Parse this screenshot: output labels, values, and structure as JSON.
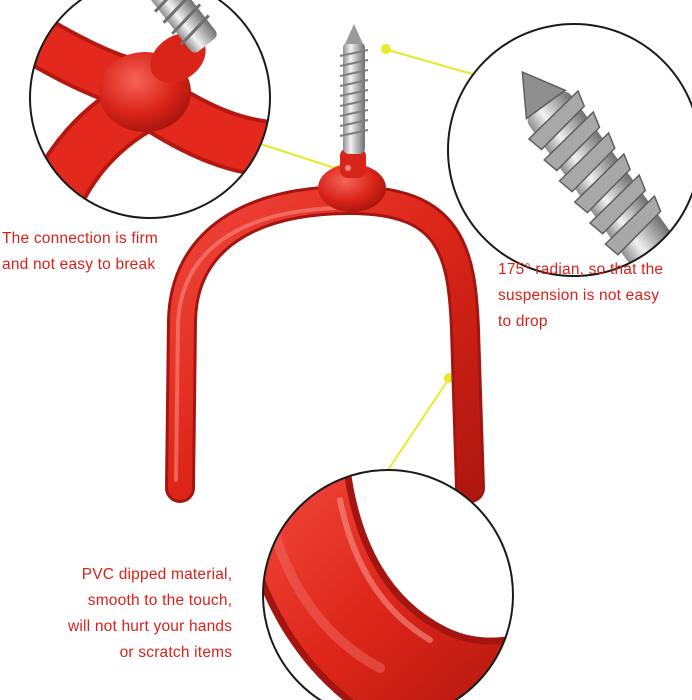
{
  "captions": {
    "connection": {
      "line1": "The connection is firm",
      "line2": "and not easy to break"
    },
    "radian": {
      "line1": "175° radian, so that the",
      "line2": "suspension is not easy",
      "line3": "to drop"
    },
    "pvc": {
      "line1": "PVC dipped material,",
      "line2": "smooth to the touch,",
      "line3": "will not hurt your hands",
      "line4": "or scratch items"
    }
  },
  "colors": {
    "caption_text": "#d9211a",
    "hook_red": "#e0271f",
    "hook_red_dark": "#a5150f",
    "screw_silver": "#c8c8c8",
    "callout_line": "#e6ea2a"
  },
  "icons": {
    "hook": "red-pvc-utility-hook-icon",
    "screw": "screw-thread-icon"
  }
}
